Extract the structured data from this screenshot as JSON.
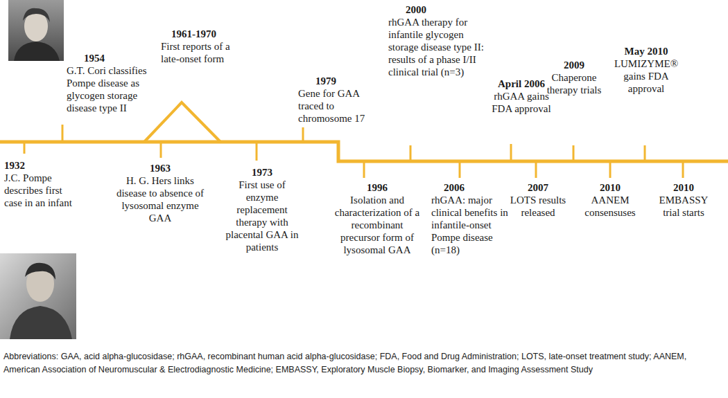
{
  "diagram": {
    "labels": [
      "1932",
      "J.C. Pompe describes first case in an infant",
      "1954",
      "G.T. Cori classifies Pompe disease as glycogen storage disease type II",
      "1961-1970",
      "First reports of a late-onset form",
      "1963",
      "H. G. Hers links disease to absence of lysosomal enzyme GAA",
      "1973",
      "First use of enzyme replacement therapy with placental GAA in patients",
      "1979",
      "Gene for GAA traced to chromosome 17",
      "1996",
      "Isolation and characterization of a recombinant precursor form of lysosomal GAA",
      "2000",
      "rhGAA therapy for infantile glycogen storage disease type II: results of a phase I/II clinical trial (n=3)",
      "2006",
      "rhGAA: major clinical benefits in infantile-onset Pompe disease (n=18)",
      "April 2006",
      "rhGAA gains FDA approval",
      "2007",
      "LOTS results released",
      "2009",
      "Chaperone therapy trials",
      "2010",
      "AANEM consensuses",
      "May 2010",
      "LUMIZYME® gains FDA approval",
      "2010",
      "EMBASSY trial starts",
      "Abbreviations: GAA, acid alpha-glucosidase; rhGAA, recombinant human acid alpha-glucosidase; FDA, Food and Drug Administration; LOTS, late-onset treatment study; AANEM, American Association of Neuromuscular & Electrodiagnostic Medicine; EMBASSY, Exploratory Muscle Biopsy, Biomarker, and Imaging Assessment Study"
    ]
  }
}
